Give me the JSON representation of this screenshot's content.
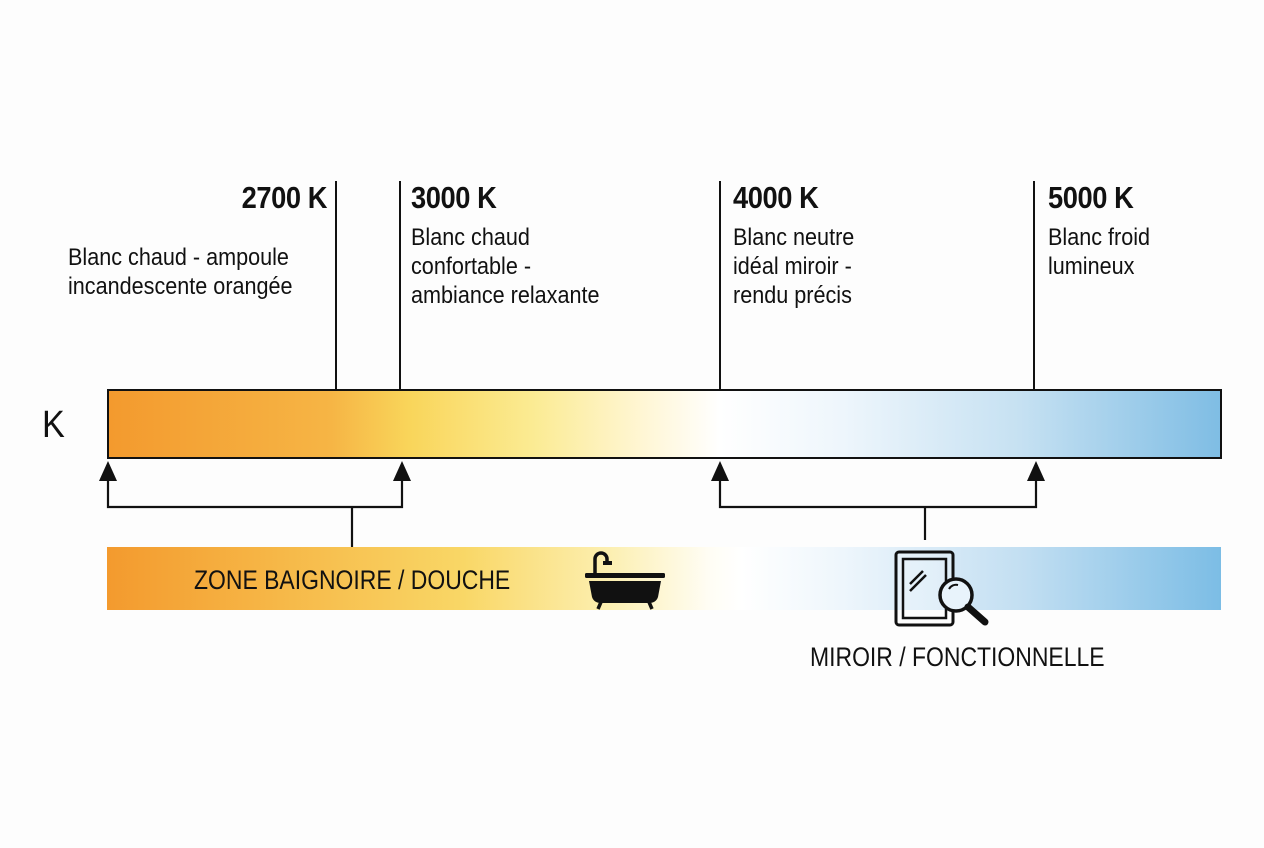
{
  "diagram": {
    "axis_label": "K",
    "temperatures": [
      {
        "value": "2700 K",
        "description": "Blanc chaud - ampoule\nincandescente orangée"
      },
      {
        "value": "3000 K",
        "description": "Blanc chaud\nconfortable -\nambiance relaxante"
      },
      {
        "value": "4000 K",
        "description": "Blanc neutre\nidéal miroir -\nrendu précis"
      },
      {
        "value": "5000 K",
        "description": "Blanc froid\nlumineux"
      }
    ],
    "zones": [
      {
        "label": "ZONE BAIGNOIRE / DOUCHE",
        "icon": "bathtub-icon",
        "range": "2700 K - 3000 K"
      },
      {
        "label": "MIROIR / FONCTIONNELLE",
        "icon": "mirror-magnifier-icon",
        "range": "4000 K - 5000 K"
      }
    ],
    "colors": {
      "warm": "#f39a2e",
      "warm_yellow": "#f9d55a",
      "neutral": "#ffffff",
      "cool": "#7fbde4",
      "line": "#111111"
    }
  }
}
